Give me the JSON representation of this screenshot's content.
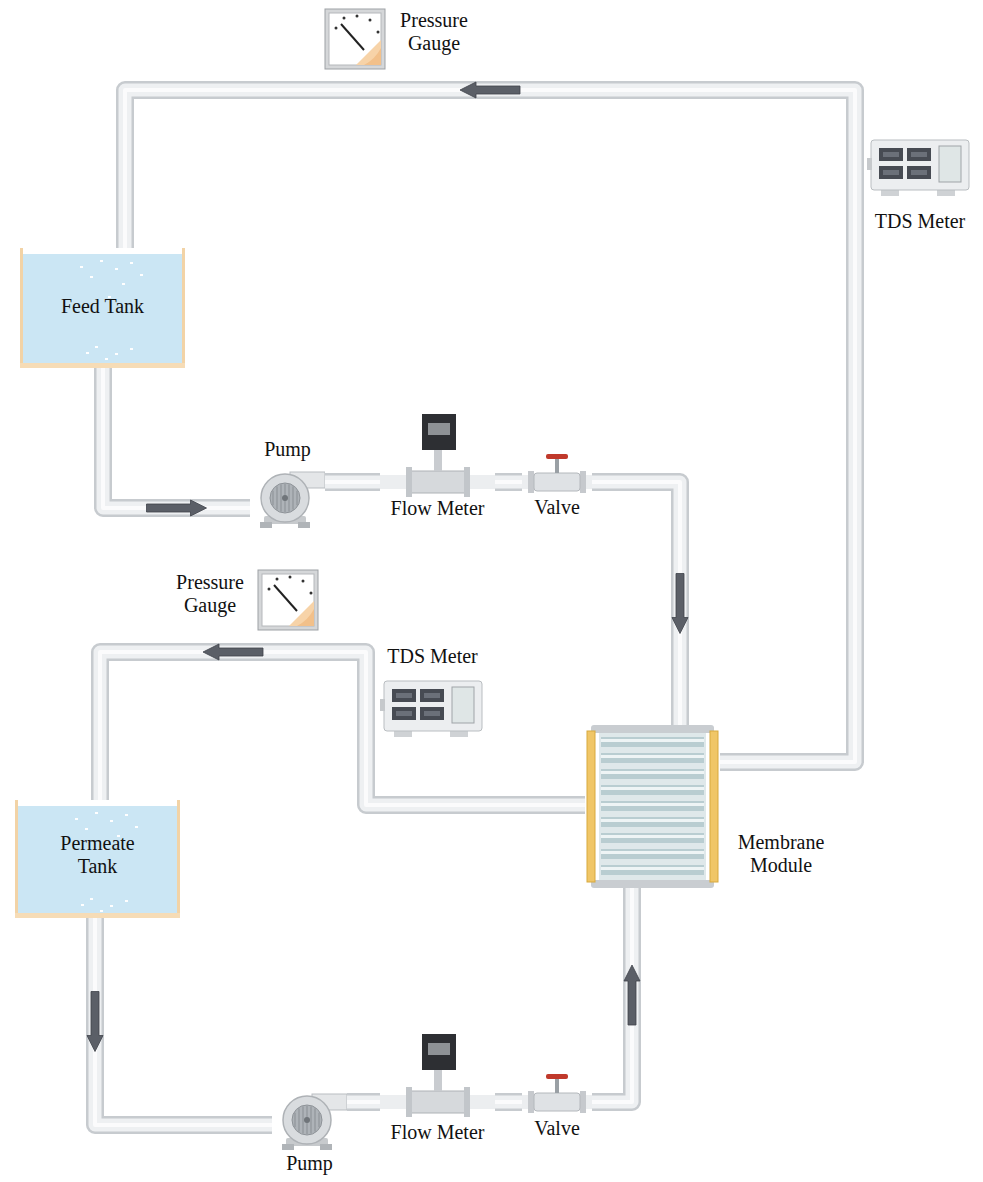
{
  "diagram": {
    "nodes": [
      {
        "text": [
          "Feed Tank"
        ]
      },
      {
        "text": [
          "Pump"
        ]
      },
      {
        "text": [
          "Flow Meter"
        ]
      },
      {
        "text": [
          "Valve"
        ]
      },
      {
        "text": [
          "Membrane Module"
        ]
      },
      {
        "text": [
          "TDS Meter"
        ]
      },
      {
        "text": [
          "Pressure Gauge"
        ]
      },
      {
        "text": [
          "Permeate Tank"
        ]
      },
      {
        "text": [
          "Pump"
        ]
      },
      {
        "text": [
          "Flow Meter"
        ]
      },
      {
        "text": [
          "Valve"
        ]
      },
      {
        "text": [
          "TDS Meter"
        ]
      },
      {
        "text": [
          "Pressure Gauge"
        ]
      }
    ],
    "edges": [
      {
        "from": 0,
        "to": 1,
        "arrow": "to"
      },
      {
        "from": 1,
        "to": 2,
        "arrow": "none"
      },
      {
        "from": 2,
        "to": 3,
        "arrow": "none"
      },
      {
        "from": 3,
        "to": 4,
        "arrow": "to"
      },
      {
        "from": 4,
        "to": 7,
        "arrow": "to"
      },
      {
        "from": 7,
        "to": 8,
        "arrow": "to"
      },
      {
        "from": 8,
        "to": 9,
        "arrow": "none"
      },
      {
        "from": 9,
        "to": 10,
        "arrow": "none"
      },
      {
        "from": 10,
        "to": 4,
        "arrow": "to"
      },
      {
        "from": 4,
        "to": 0,
        "arrow": "to"
      }
    ]
  }
}
